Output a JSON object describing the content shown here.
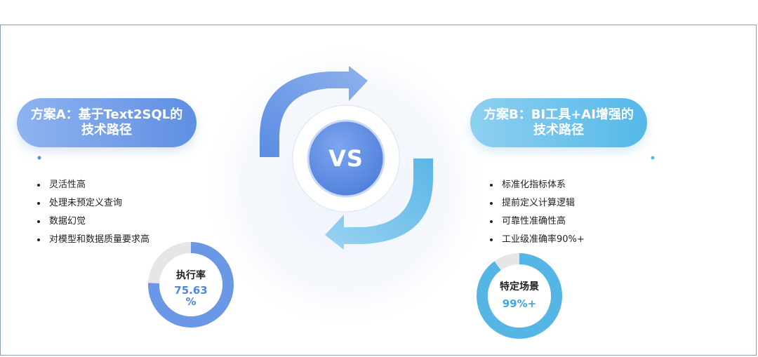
{
  "plan_a": {
    "title_line1": "方案A：基于Text2SQL的",
    "title_line2": "技术路径",
    "bullets": [
      "灵活性高",
      "处理未预定义查询",
      "数据幻觉",
      "对模型和数据质量要求高"
    ],
    "gauge": {
      "label": "执行率",
      "value_line1": "75.63",
      "value_line2": "%",
      "fraction": 0.7563,
      "color": "#6a98e6"
    }
  },
  "plan_b": {
    "title_line1": "方案B：BI工具+AI增强的",
    "title_line2": "技术路径",
    "bullets": [
      "标准化指标体系",
      "提前定义计算逻辑",
      "可靠性准确性高",
      "工业级准确率90%+"
    ],
    "gauge": {
      "label": "特定场景",
      "value": "99%+",
      "fraction": 0.9,
      "color": "#55b6e6"
    }
  },
  "center": {
    "label": "VS"
  },
  "colors": {
    "blue_accent": "#5f8fe3",
    "cyan_accent": "#54b8e8",
    "track": "#e6e6e6"
  }
}
